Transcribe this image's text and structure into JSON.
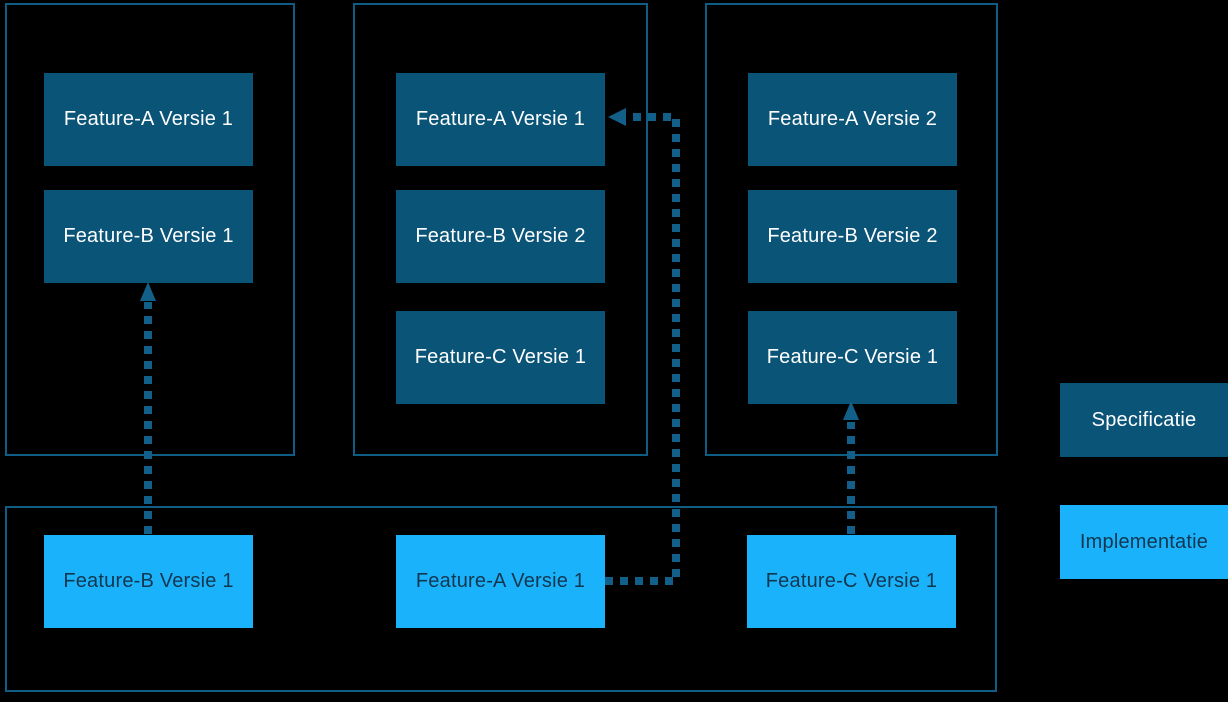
{
  "colors": {
    "background": "#000000",
    "container_border": "#0F5C84",
    "specification_fill": "#0A5478",
    "specification_text": "#FFFFFF",
    "implementation_fill": "#1AB3FB",
    "implementation_text": "#113750",
    "arrow": "#12608A"
  },
  "specification_containers": [
    {
      "boxes": [
        {
          "label": "Feature-A Versie 1"
        },
        {
          "label": "Feature-B Versie 1"
        }
      ]
    },
    {
      "boxes": [
        {
          "label": "Feature-A Versie 1"
        },
        {
          "label": "Feature-B Versie 2"
        },
        {
          "label": "Feature-C Versie 1"
        }
      ]
    },
    {
      "boxes": [
        {
          "label": "Feature-A Versie 2"
        },
        {
          "label": "Feature-B Versie 2"
        },
        {
          "label": "Feature-C Versie 1"
        }
      ]
    }
  ],
  "implementation_container": {
    "boxes": [
      {
        "label": "Feature-B Versie 1"
      },
      {
        "label": "Feature-A Versie 1"
      },
      {
        "label": "Feature-C Versie 1"
      }
    ]
  },
  "legend": {
    "specification_label": "Specificatie",
    "implementation_label": "Implementatie"
  }
}
